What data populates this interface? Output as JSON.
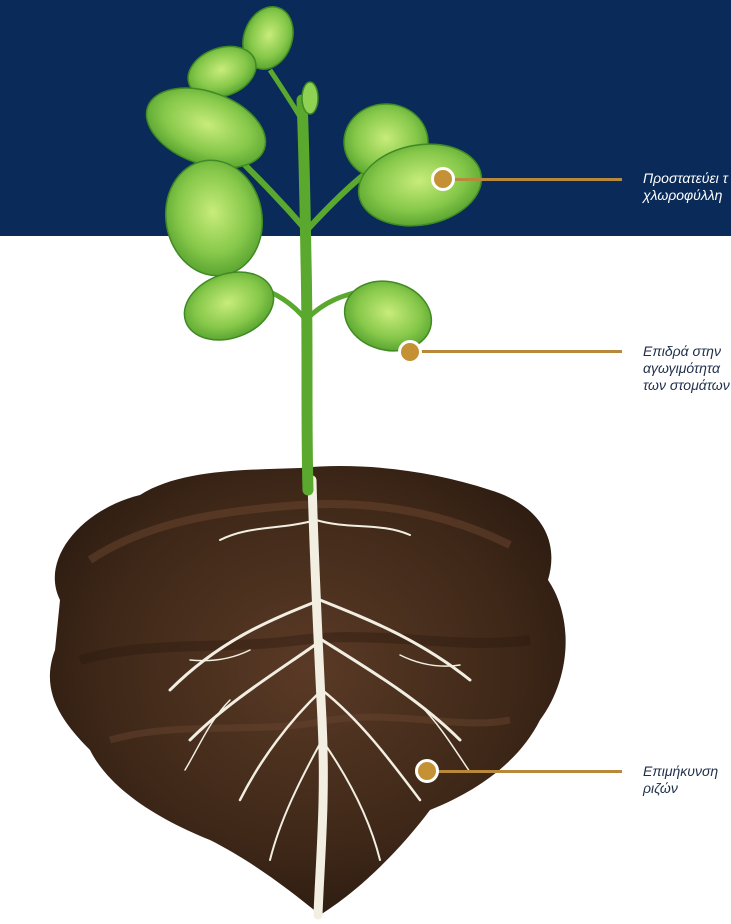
{
  "colors": {
    "band": "#0a2b59",
    "callout": "#b8893a",
    "dot": "#c49235",
    "label_light": "#1f2f4a",
    "label_dark": "#ffffff",
    "leaf": "#7cc242",
    "stem": "#5aa92e",
    "soil": "#4a2c1c",
    "root": "#f2efe2"
  },
  "callouts": [
    {
      "id": "chlorophyll",
      "text": "Προστατεύει τ\nχλωροφύλλη"
    },
    {
      "id": "stomata",
      "text": "Επιδρά στην\nαγωγιμότητα\nτων στομάτων"
    },
    {
      "id": "roots",
      "text": "Επιμήκυνση\nριζών"
    }
  ]
}
